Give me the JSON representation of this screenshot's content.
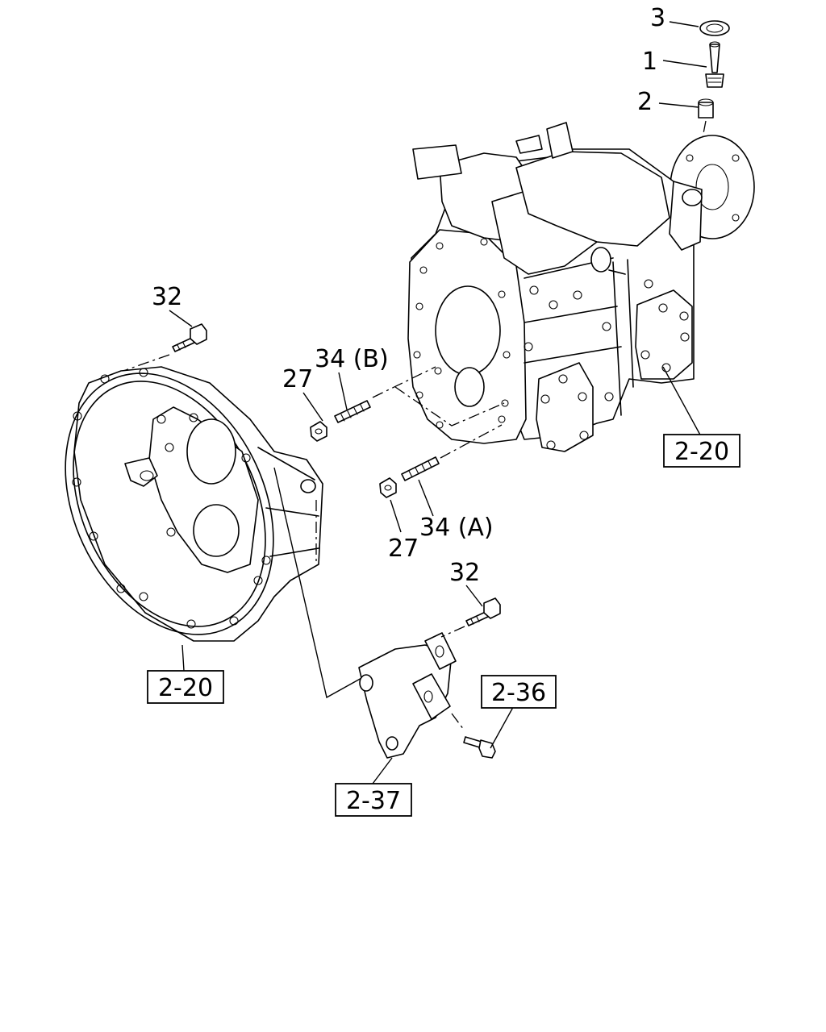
{
  "callouts": {
    "c3": "3",
    "c1": "1",
    "c2": "2",
    "c32_top": "32",
    "c34b": "34 (B)",
    "c27_top": "27",
    "c34a": "34 (A)",
    "c27_bottom": "27",
    "c32_bottom": "32"
  },
  "references": {
    "r220_right": "2-20",
    "r220_left": "2-20",
    "r236": "2-36",
    "r237": "2-37"
  }
}
